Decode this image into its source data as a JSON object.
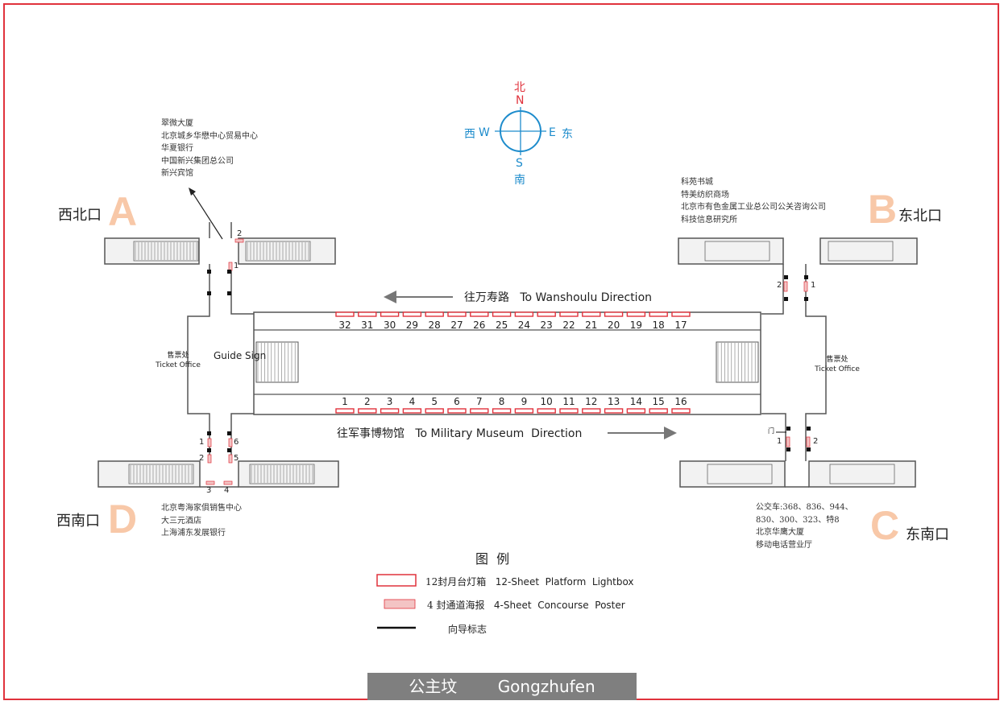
{
  "compass": {
    "north_cn": "北",
    "north": "N",
    "south": "S",
    "south_cn": "南",
    "west_cn": "西",
    "west": "W",
    "east": "E",
    "east_cn": "东"
  },
  "exits": {
    "a": {
      "letter": "A",
      "name": "西北口",
      "places": [
        "翠微大厦",
        "北京城乡华懋中心贸易中心",
        "华夏银行",
        "中国新兴集团总公司",
        "新兴宾馆"
      ]
    },
    "b": {
      "letter": "B",
      "name": "东北口",
      "places": [
        "科苑书城",
        "特美纺织商场",
        "北京市有色金属工业总公司公关咨询公司",
        "科技信息研究所"
      ]
    },
    "c": {
      "letter": "C",
      "name": "东南口",
      "places": [
        "公交车:368、836、944、",
        "830、300、323、特8",
        "北京华鹰大厦",
        "移动电话营业厅"
      ]
    },
    "d": {
      "letter": "D",
      "name": "西南口",
      "places": [
        "北京粤海家俱销售中心",
        "大三元酒店",
        "上海浦东发展银行"
      ]
    }
  },
  "directions": {
    "wanshoulu_cn": "往万寿路",
    "wanshoulu_en": "To Wanshoulu Direction",
    "military_cn": "往军事博物馆",
    "military_en": "To Military Museum  Direction"
  },
  "ticket_office": {
    "cn": "售票处",
    "en": "Ticket Office"
  },
  "guide_sign": "Guide Sign",
  "platform_top_numbers": [
    "32",
    "31",
    "30",
    "29",
    "28",
    "27",
    "26",
    "25",
    "24",
    "23",
    "22",
    "21",
    "20",
    "19",
    "18",
    "17"
  ],
  "platform_bottom_numbers": [
    "1",
    "2",
    "3",
    "4",
    "5",
    "6",
    "7",
    "8",
    "9",
    "10",
    "11",
    "12",
    "13",
    "14",
    "15",
    "16"
  ],
  "poster_numbers": {
    "nw_2": "2",
    "nw_1": "1",
    "ne_2": "2",
    "ne_1": "1",
    "sw_1": "1",
    "sw_2": "2",
    "sw_6": "6",
    "sw_5": "5",
    "sw_3": "3",
    "sw_4": "4",
    "se_1": "1",
    "se_2": "2"
  },
  "se_small_mark": "门",
  "legend": {
    "title": "图  例",
    "lightbox_cn": "12封月台灯箱",
    "lightbox_en": "12-Sheet  Platform  Lightbox",
    "poster_cn": "4 封通道海报",
    "poster_en": "4-Sheet  Concourse  Poster",
    "sign_cn": "向导标志"
  },
  "station": {
    "name_cn": "公主坟",
    "name_en": "Gongzhufen"
  },
  "colors": {
    "accent_red": "#e0323c",
    "compass_blue": "#1e8ccc",
    "exit_letter": "#f8c8a8",
    "footer_bg": "#7f7f7f"
  }
}
